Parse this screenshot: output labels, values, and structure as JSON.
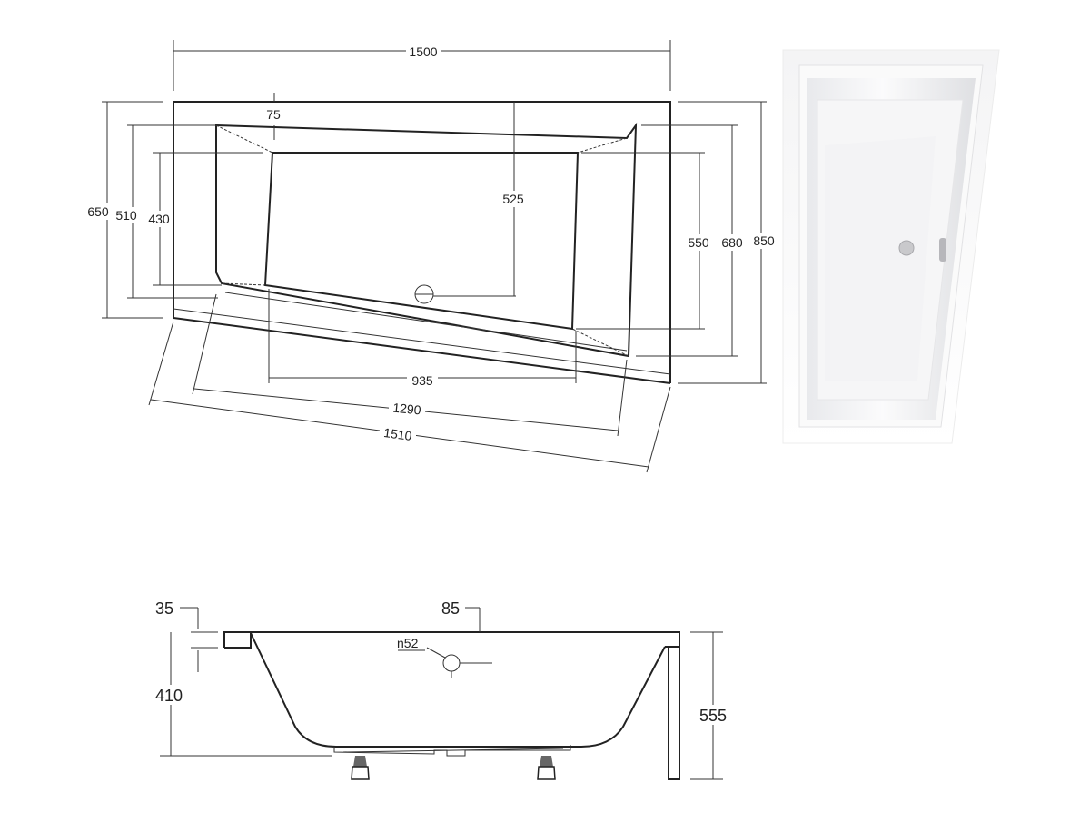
{
  "top_view": {
    "width_total": "1500",
    "rim_offset": "75",
    "depth_left_outer": "650",
    "depth_left_mid": "510",
    "depth_left_inner": "430",
    "drain_offset": "525",
    "depth_right_inner": "550",
    "depth_right_mid": "680",
    "depth_right_outer": "850",
    "bottom_inner": "935",
    "bottom_mid": "1290",
    "bottom_outer": "1510"
  },
  "side_view": {
    "rim_thickness": "35",
    "overflow_offset": "85",
    "overflow_diameter": "n52",
    "interior_depth": "410",
    "total_height": "555"
  },
  "photo": {
    "icon": "bathtub-photo-icon"
  }
}
